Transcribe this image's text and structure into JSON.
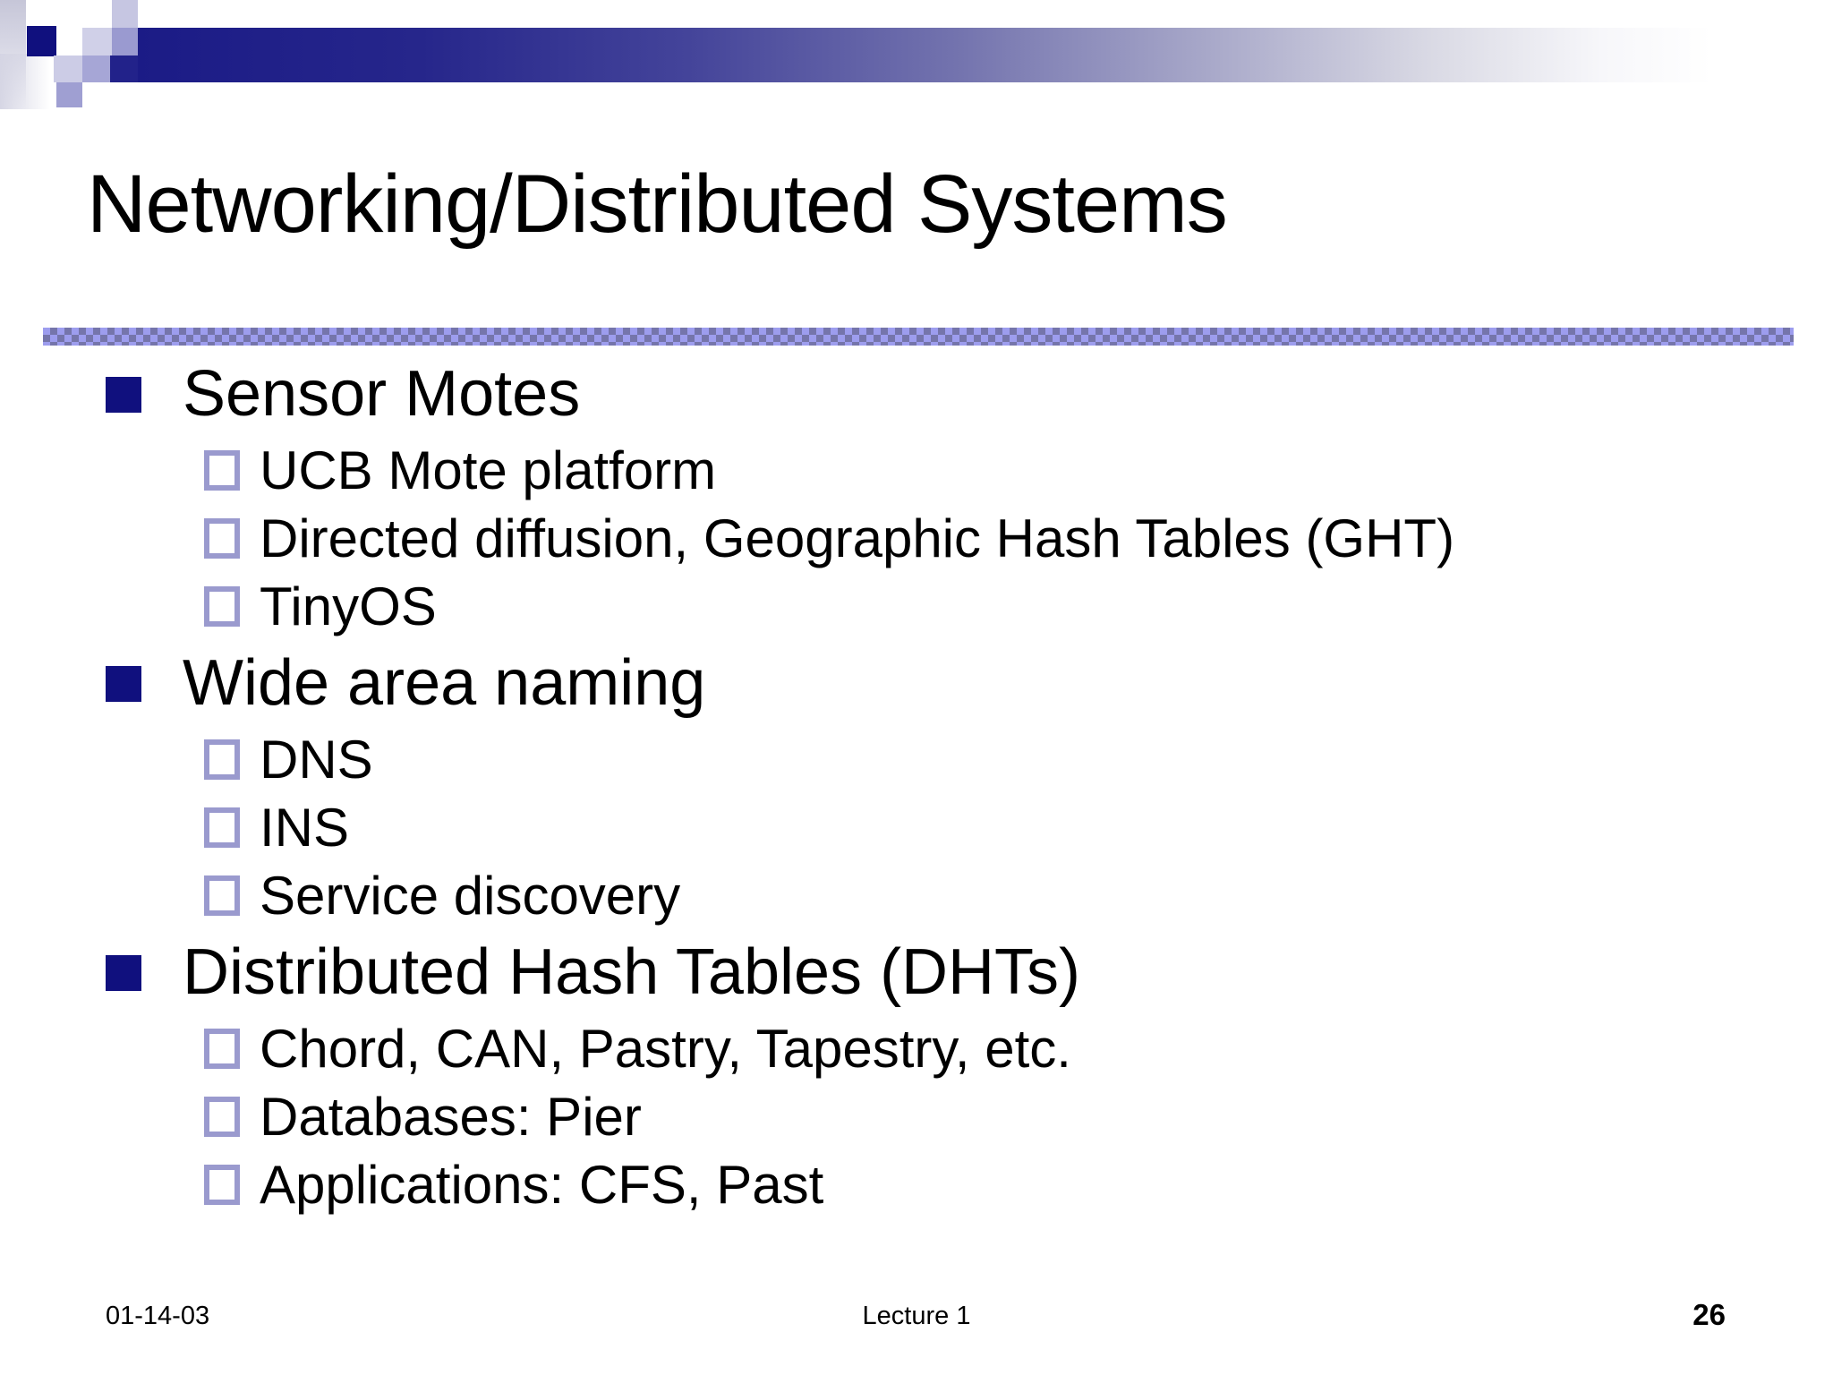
{
  "slide": {
    "title": "Networking/Distributed Systems",
    "sections": [
      {
        "heading": "Sensor Motes",
        "items": [
          "UCB Mote platform",
          "Directed diffusion, Geographic Hash Tables (GHT)",
          "TinyOS"
        ]
      },
      {
        "heading": "Wide area naming",
        "items": [
          "DNS",
          "INS",
          "Service discovery"
        ]
      },
      {
        "heading": "Distributed Hash Tables (DHTs)",
        "items": [
          "Chord, CAN, Pastry, Tapestry, etc.",
          "Databases: Pier",
          "Applications: CFS, Past"
        ]
      }
    ],
    "footer": {
      "date": "01-14-03",
      "center": "Lecture 1",
      "page_number": "26"
    },
    "colors": {
      "navy": "#10107e",
      "banner_gradient_start": "#1b1b86",
      "checker_light": "#9d9dee",
      "checker_dark": "#7575ab",
      "hollow_bullet_border": "#9a9ace",
      "text": "#000000",
      "background": "#ffffff"
    }
  }
}
